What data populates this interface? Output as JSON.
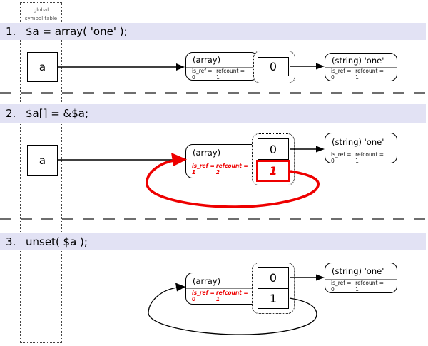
{
  "global_table": {
    "label_line1": "global",
    "label_line2": "symbol table"
  },
  "colors": {
    "highlight_red": "#ee0000",
    "header_bar_bg": "#e2e2f4"
  },
  "sections": [
    {
      "number": "1.",
      "code": "$a = array( 'one' );",
      "var": "a",
      "array_box": {
        "title": "(array)",
        "is_ref": "is_ref = 0",
        "refcount": "refcount = 1"
      },
      "slots": [
        "0"
      ],
      "string_box": {
        "title": "(string) 'one'",
        "is_ref": "is_ref = 0",
        "refcount": "refcount = 1"
      }
    },
    {
      "number": "2.",
      "code": "$a[] = &$a;",
      "var": "a",
      "array_box": {
        "title": "(array)",
        "is_ref": "is_ref = 1",
        "refcount": "refcount = 2"
      },
      "slots": [
        "0",
        "1"
      ],
      "string_box": {
        "title": "(string) 'one'",
        "is_ref": "is_ref = 0",
        "refcount": "refcount = 1"
      }
    },
    {
      "number": "3.",
      "code": "unset( $a );",
      "array_box": {
        "title": "(array)",
        "is_ref": "is_ref = 0",
        "refcount": "refcount = 1"
      },
      "slots": [
        "0",
        "1"
      ],
      "string_box": {
        "title": "(string) 'one'",
        "is_ref": "is_ref = 0",
        "refcount": "refcount = 1"
      }
    }
  ]
}
